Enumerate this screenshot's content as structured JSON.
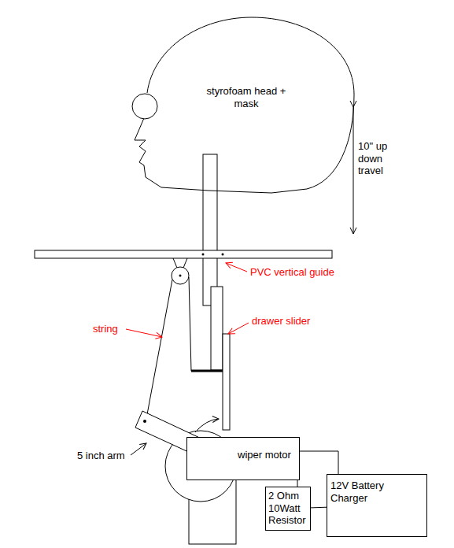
{
  "diagram": {
    "nodes": [
      {
        "text": [
          "styrofoam head + mask"
        ]
      },
      {
        "text": [
          "wiper motor"
        ]
      },
      {
        "text": [
          "2 Ohm 10Watt Resistor"
        ]
      },
      {
        "text": [
          "12V Battery Charger"
        ]
      }
    ],
    "edges": [
      {
        "from": 1,
        "to": 3,
        "arrow": "none"
      },
      {
        "from": 1,
        "to": 2,
        "arrow": "none"
      },
      {
        "from": 2,
        "to": 3,
        "arrow": "none"
      }
    ],
    "labels": [
      "10\" up down travel",
      "PVC vertical guide",
      "string",
      "drawer slider",
      "5 inch arm"
    ]
  }
}
